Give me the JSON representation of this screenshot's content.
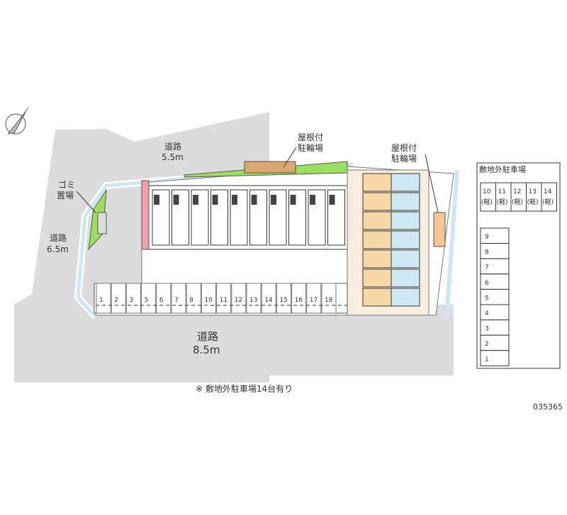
{
  "roads": {
    "north": {
      "name": "道路",
      "width": "5.5m"
    },
    "west": {
      "name": "道路",
      "width": "6.5m"
    },
    "south": {
      "name": "道路",
      "width": "8.5m"
    }
  },
  "labels": {
    "garbage": [
      "ゴミ",
      "置場"
    ],
    "bike_parking_1": [
      "屋根付",
      "駐輪場"
    ],
    "bike_parking_2": [
      "屋根付",
      "駐輪場"
    ]
  },
  "onsite_parking": [
    "1",
    "2",
    "3",
    "5",
    "6",
    "7",
    "8",
    "10",
    "11",
    "12",
    "13",
    "14",
    "15",
    "16",
    "17",
    "18"
  ],
  "offsite_parking": {
    "title": "敷地外駐車場",
    "top_row": [
      [
        "10",
        "(軽)"
      ],
      [
        "11",
        "(軽)"
      ],
      [
        "12",
        "(軽)"
      ],
      [
        "13",
        "(軽)"
      ],
      [
        "14",
        "(軽)"
      ]
    ],
    "column": [
      "9",
      "8",
      "7",
      "6",
      "5",
      "4",
      "3",
      "2",
      "1"
    ]
  },
  "note": "※ 敷地外駐車場14台有り",
  "code": "035365",
  "colors": {
    "road": "#dcdcdc",
    "green": "#9be05a",
    "canal": "#cde8f4",
    "unit": "#f9d8a8",
    "red": "#f0a0a8"
  }
}
